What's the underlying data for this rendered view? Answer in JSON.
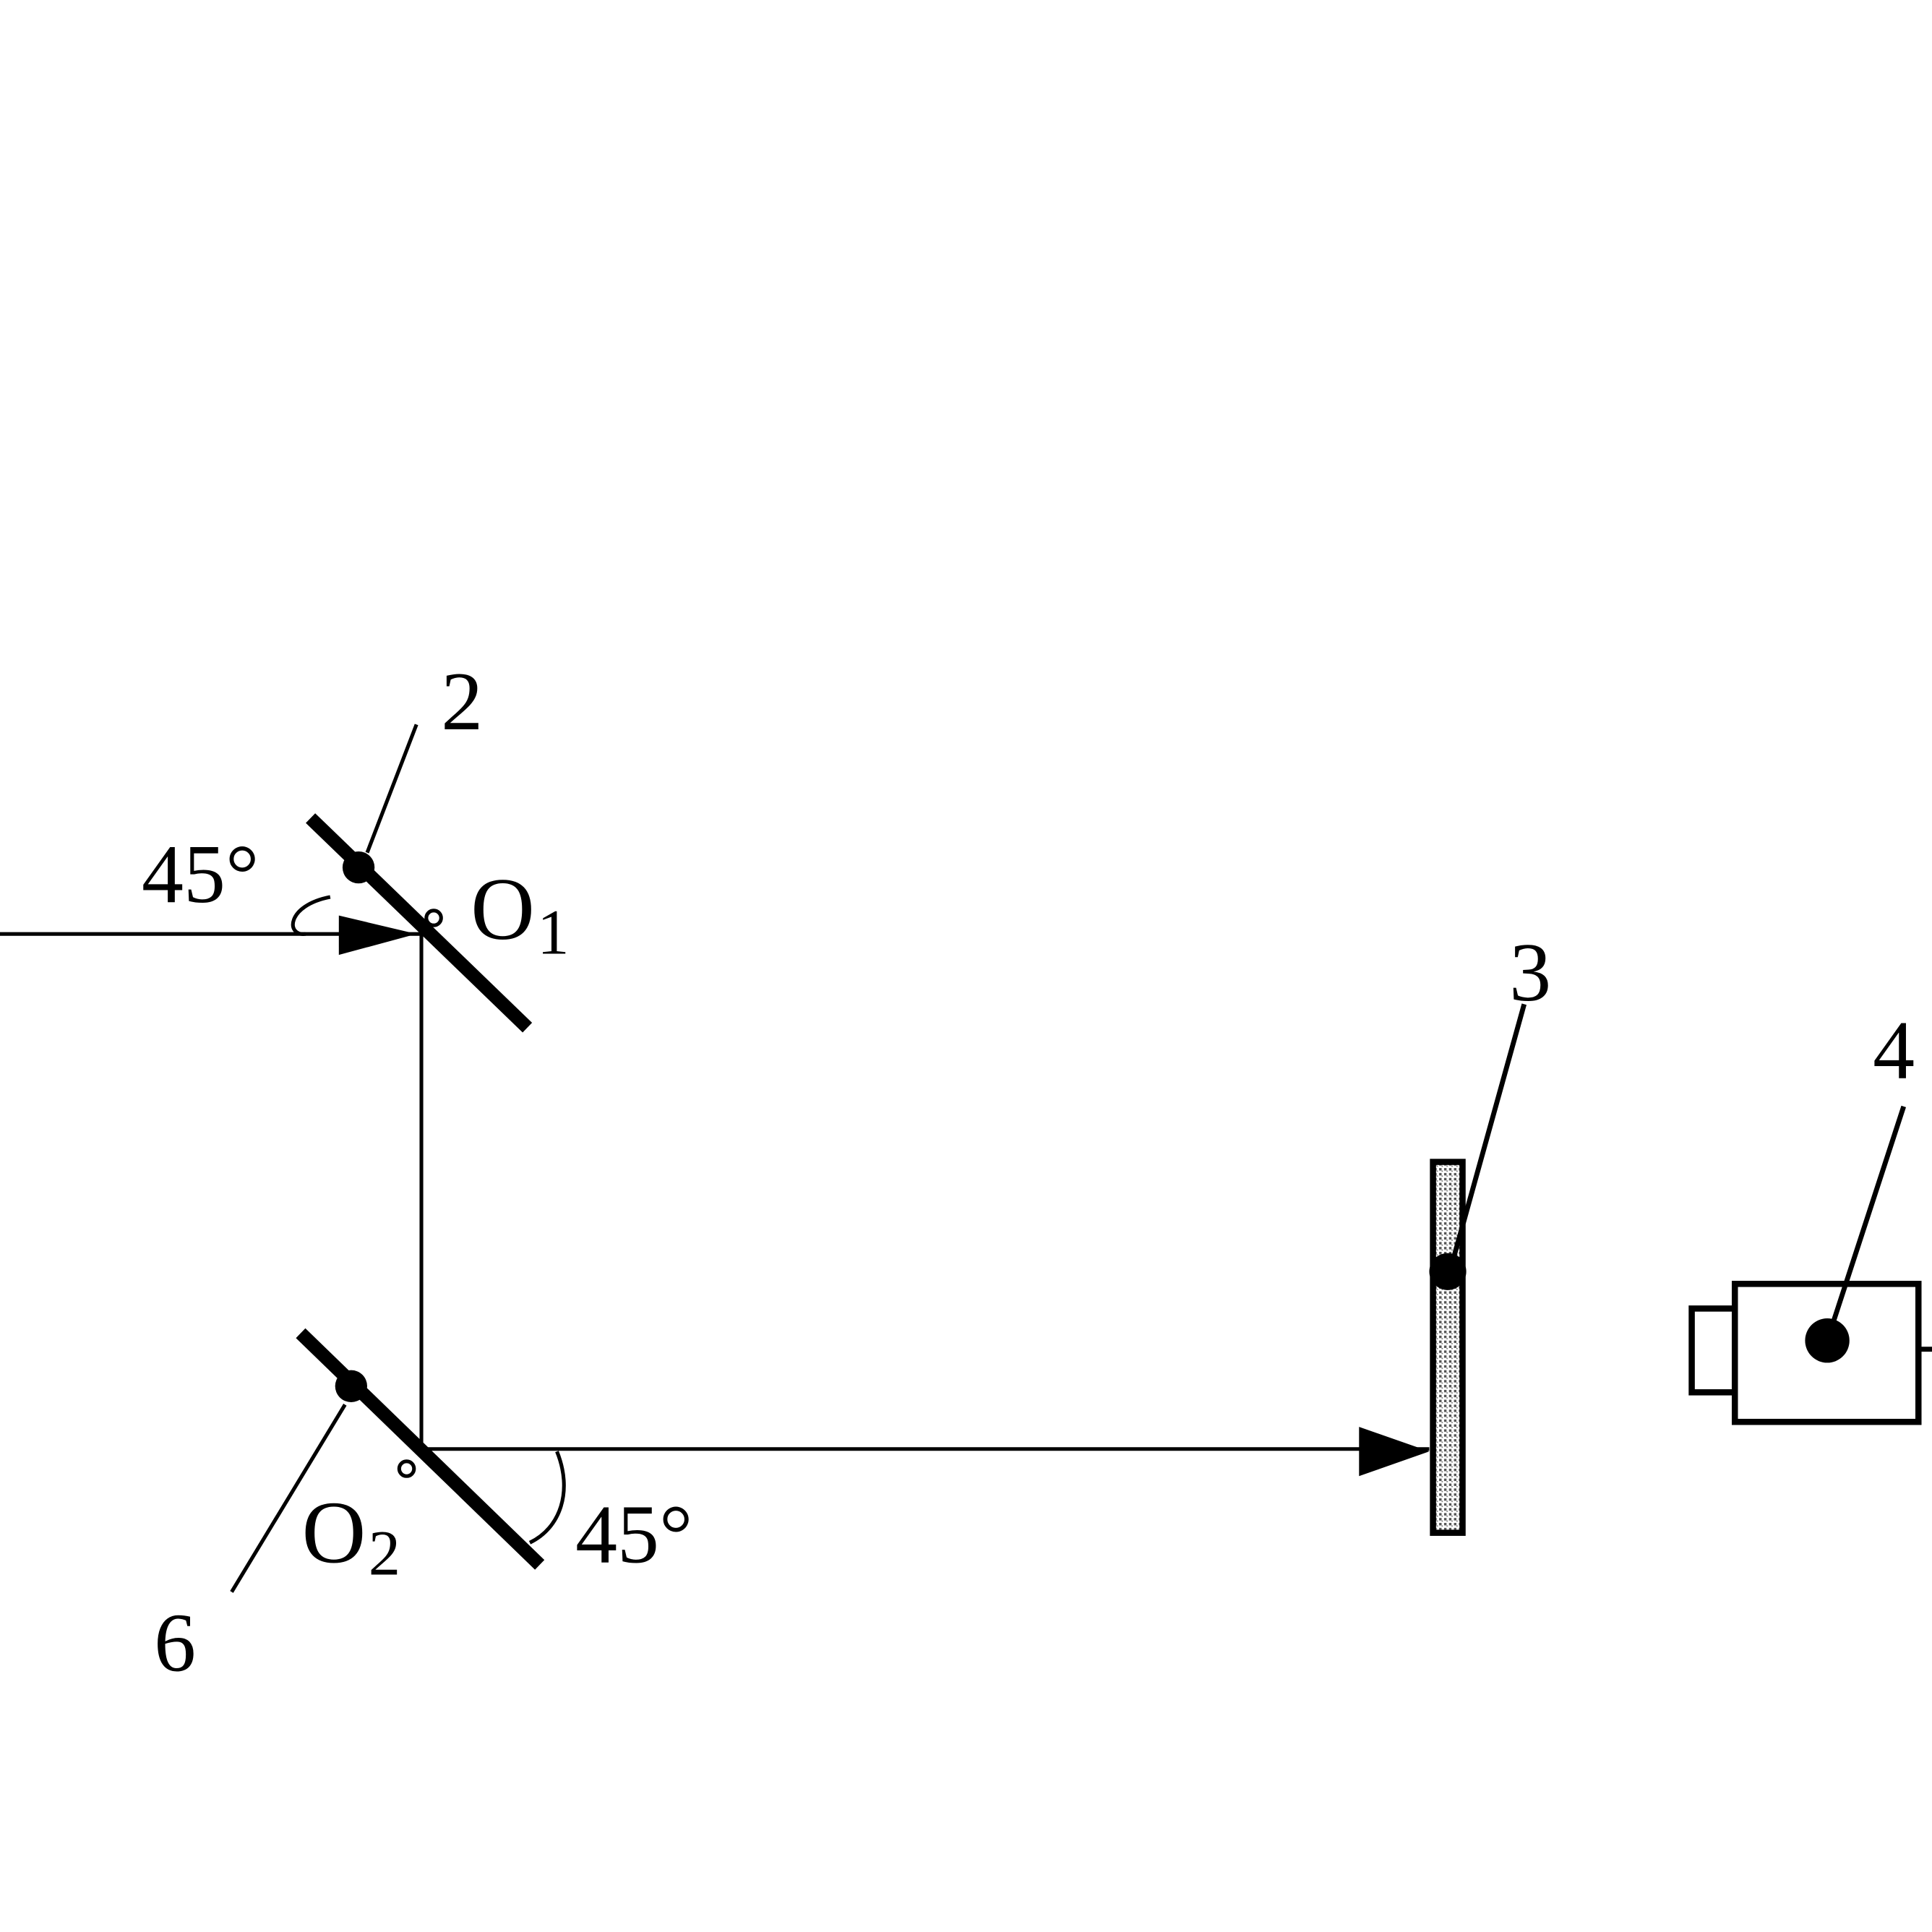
{
  "labels": {
    "mirror_top": "2",
    "mirror_bottom": "6",
    "screen": "3",
    "camera": "4",
    "pivot_top": "O",
    "pivot_top_sub": "1",
    "pivot_bottom": "O",
    "pivot_bottom_sub": "2",
    "angle_top": "45°",
    "angle_bottom": "45°"
  },
  "colors": {
    "ink": "#000000",
    "screen_fill": "#bdbdbd"
  }
}
